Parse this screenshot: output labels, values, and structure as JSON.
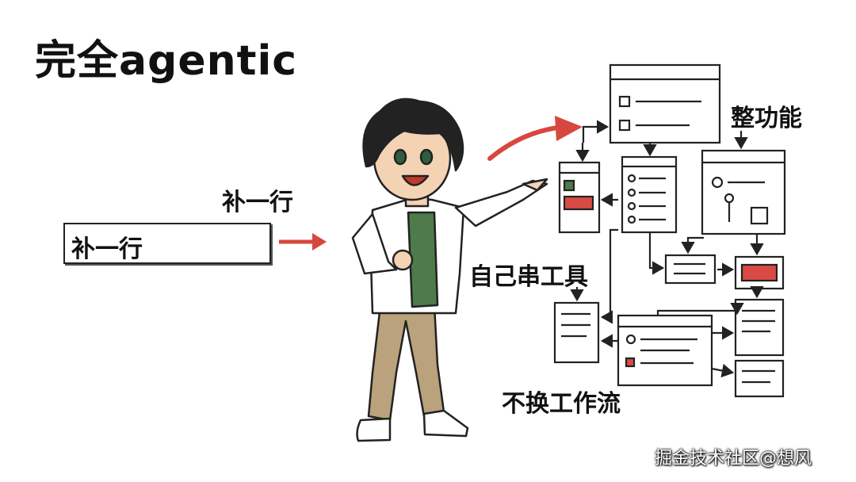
{
  "title": "完全agentic",
  "left": {
    "label": "补一行",
    "input_value": "补一行"
  },
  "right": {
    "label_feature": "整功能",
    "label_tools": "自己串工具",
    "label_flow": "不换工作流"
  },
  "watermark": "掘金技术社区@想风",
  "colors": {
    "arrow_red": "#d8473d",
    "shirt_green": "#4f7a4a",
    "pants_khaki": "#b9a27c",
    "window_red": "#d94a44"
  },
  "icons": {
    "character": "pointing-boy",
    "windows": "app-window-icons"
  }
}
